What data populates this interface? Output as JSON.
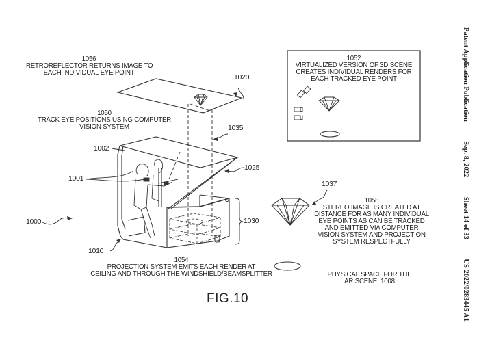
{
  "header": {
    "publication": "Patent Application Publication",
    "date": "Sep. 8, 2022",
    "sheet": "Sheet 14 of 33",
    "number": "US 2022/0283445 A1"
  },
  "figure": {
    "label": "FIG.10"
  },
  "annotations": {
    "a1056": {
      "num": "1056",
      "lines": [
        "RETROREFLECTOR RETURNS IMAGE TO",
        "EACH INDIVIDUAL EYE POINT"
      ]
    },
    "a1050": {
      "num": "1050",
      "lines": [
        "TRACK EYE POSITIONS USING COMPUTER",
        "VISION SYSTEM"
      ]
    },
    "a1052": {
      "num": "1052",
      "lines": [
        "VIRTUALIZED VERSION OF 3D SCENE",
        "CREATES INDIVIDUAL RENDERS FOR",
        "EACH TRACKED EYE POINT"
      ]
    },
    "a1058": {
      "num": "1058",
      "lines": [
        "STEREO IMAGE IS CREATED AT",
        "DISTANCE FOR AS MANY INDIVIDUAL",
        "EYE POINTS AS CAN BE TRACKED",
        "AND EMITTED VIA COMPUTER",
        "VISION SYSTEM AND PROJECTION",
        "SYSTEM RESPECTFULLY"
      ]
    },
    "a1054": {
      "num": "1054",
      "lines": [
        "PROJECTION SYSTEM EMITS EACH RENDER AT",
        "CEILING AND THROUGH THE WINDSHIELD/BEAMSPLITTER"
      ]
    },
    "a1008": {
      "lines": [
        "PHYSICAL SPACE FOR THE",
        "AR SCENE, 1008"
      ]
    }
  },
  "refs": {
    "r1000": "1000",
    "r1001": "1001",
    "r1002": "1002",
    "r1010": "1010",
    "r1020": "1020",
    "r1025": "1025",
    "r1030": "1030",
    "r1035": "1035",
    "r1037": "1037"
  }
}
